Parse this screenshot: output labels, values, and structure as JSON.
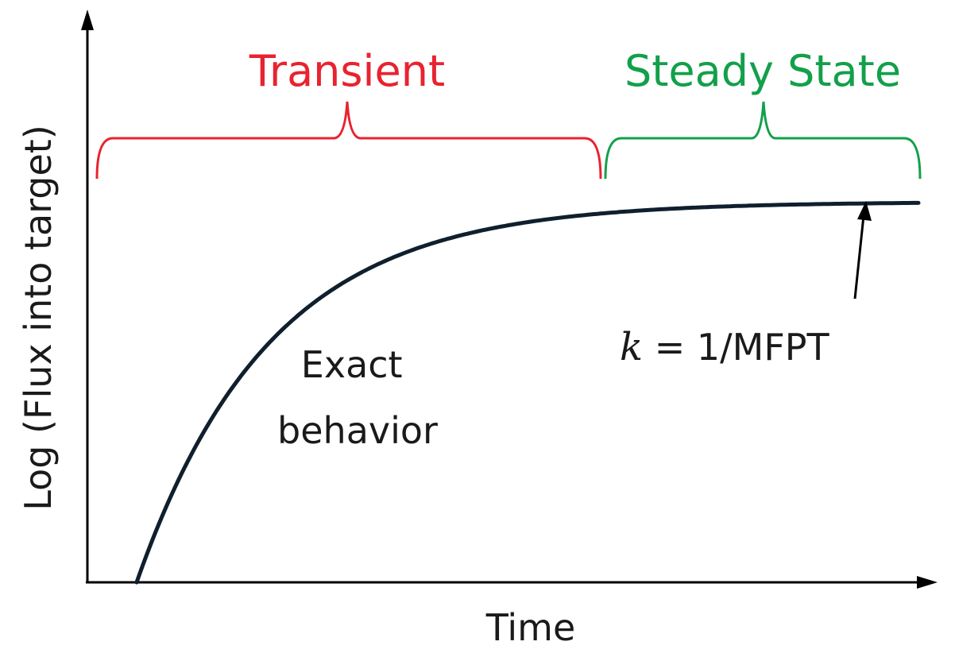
{
  "axes": {
    "x_label": "Time",
    "y_label": "Log (Flux into target)"
  },
  "regions": {
    "transient": {
      "label": "Transient",
      "color": "#e8232f"
    },
    "steady": {
      "label": "Steady State",
      "color": "#12a04a"
    }
  },
  "curve": {
    "label_line1": "Exact",
    "label_line2": "behavior",
    "color": "#0f1f2e"
  },
  "annotation": {
    "math_var": "k",
    "math_rest": " = 1/MFPT"
  }
}
